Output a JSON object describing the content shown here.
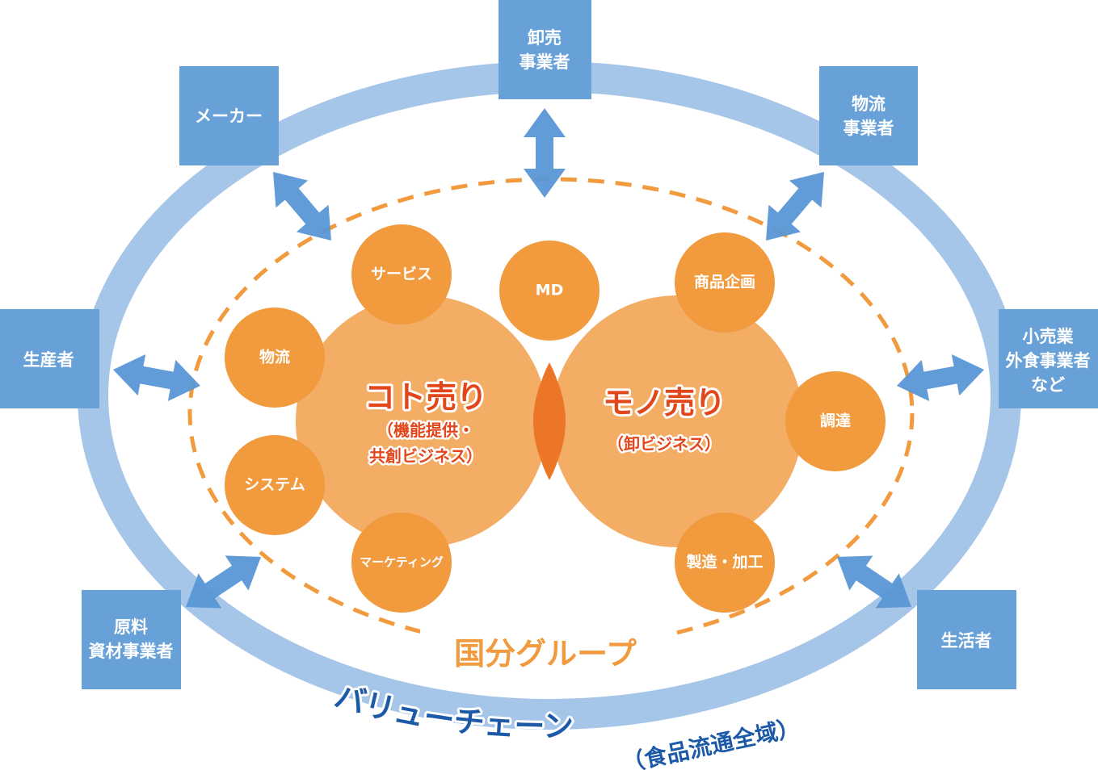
{
  "colors": {
    "ring": "#a5c6e8",
    "box": "#68a1d8",
    "arrow": "#5a97d6",
    "small_circle": "#f19a3e",
    "big_circle": "#f3ad65",
    "overlap": "#ec7628",
    "dashed": "#f19a3e",
    "title_red": "#e2461b",
    "value_chain_blue": "#1c5aa8"
  },
  "stakeholders": {
    "maker": {
      "lines": [
        "メーカー"
      ],
      "icon": "double-arrow-icon"
    },
    "wholesale": {
      "lines": [
        "卸売",
        "事業者"
      ],
      "icon": "double-arrow-icon"
    },
    "logistics": {
      "lines": [
        "物流",
        "事業者"
      ],
      "icon": "double-arrow-icon"
    },
    "producer": {
      "lines": [
        "生産者"
      ],
      "icon": "double-arrow-icon"
    },
    "retail": {
      "lines": [
        "小売業",
        "外食事業者",
        "など"
      ],
      "icon": "double-arrow-icon"
    },
    "materials": {
      "lines": [
        "原料",
        "資材事業者"
      ],
      "icon": "double-arrow-icon"
    },
    "consumer": {
      "lines": [
        "生活者"
      ],
      "icon": "double-arrow-icon"
    }
  },
  "functions": {
    "service": "サービス",
    "md": "MD",
    "product_planning": "商品企画",
    "logistics": "物流",
    "procurement": "調達",
    "system": "システム",
    "marketing": "マーケティング",
    "manufacturing": "製造・加工"
  },
  "core": {
    "koto": {
      "title": "コト売り",
      "sub": [
        "（機能提供・",
        "共創ビジネス）"
      ]
    },
    "mono": {
      "title": "モノ売り",
      "sub": [
        "（卸ビジネス）"
      ]
    }
  },
  "group_label": "国分グループ",
  "value_chain": {
    "label": "バリューチェーン",
    "sub": "（食品流通全域）"
  }
}
